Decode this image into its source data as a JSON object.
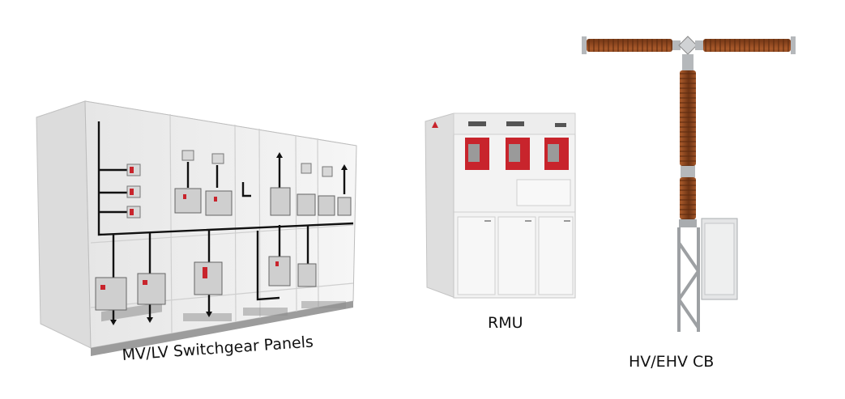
{
  "captions": {
    "switchgear": "MV/LV Switchgear Panels",
    "rmu": "RMU",
    "breaker": "HV/EHV CB"
  },
  "colors": {
    "cabinet": "#f2f2f2",
    "cabinet_shade": "#d9d9d9",
    "busbar": "#111111",
    "accent_red": "#c8242c",
    "porcelain": "#8b4a22",
    "steel": "#b5b8bb"
  }
}
